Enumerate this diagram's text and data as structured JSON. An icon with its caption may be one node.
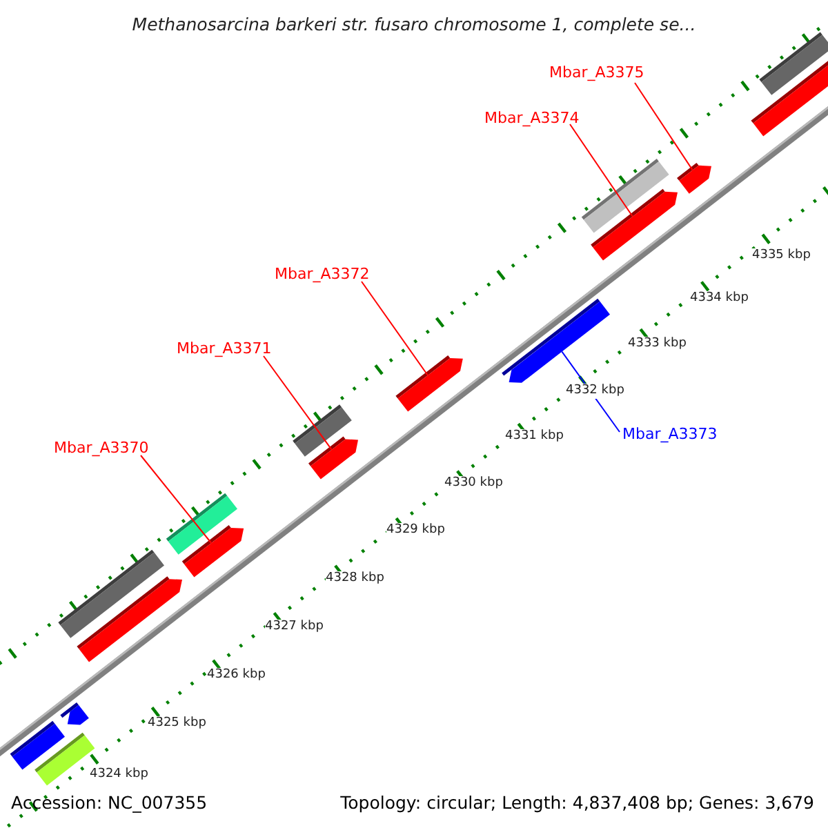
{
  "diagram": {
    "title": "Methanosarcina barkeri str. fusaro chromosome 1, complete se...",
    "nodes": [
      {
        "text": [
          "Mbar_A3375"
        ]
      },
      {
        "text": [
          "Mbar_A3374"
        ]
      },
      {
        "text": [
          "Mbar_A3372"
        ]
      },
      {
        "text": [
          "Mbar_A3371"
        ]
      },
      {
        "text": [
          "Mbar_A3373"
        ]
      },
      {
        "text": [
          "Mbar_A3370"
        ]
      },
      {
        "text": [],
        "shape": "bar"
      },
      {
        "text": [],
        "shape": "bar"
      },
      {
        "text": [],
        "shape": "bar"
      },
      {
        "text": [],
        "shape": "bar"
      },
      {
        "text": [],
        "shape": "bar"
      },
      {
        "text": [],
        "shape": "bar"
      },
      {
        "text": [],
        "shape": "bar"
      },
      {
        "text": [],
        "shape": "bar"
      },
      {
        "text": [],
        "shape": "bar"
      },
      {
        "text": [],
        "shape": "bar"
      },
      {
        "text": [],
        "shape": "bar"
      },
      {
        "text": [],
        "shape": "bar"
      },
      {
        "text": [],
        "shape": "bar"
      },
      {
        "text": [],
        "shape": "bar"
      },
      {
        "text": [],
        "shape": "bar"
      },
      {
        "text": [],
        "shape": "bar"
      }
    ],
    "edges": [
      {
        "from": 0,
        "to": 13,
        "arrow": "none"
      },
      {
        "from": 1,
        "to": 12,
        "arrow": "none"
      },
      {
        "from": 2,
        "to": 15,
        "arrow": "none"
      },
      {
        "from": 3,
        "to": 17,
        "arrow": "none"
      },
      {
        "from": 4,
        "to": 14,
        "arrow": "none",
        "color": "#0000ff"
      },
      {
        "from": 5,
        "to": 19,
        "arrow": "none"
      }
    ],
    "labels": [
      "4335 kbp",
      "4334 kbp",
      "4333 kbp",
      "4332 kbp",
      "4331 kbp",
      "4330 kbp",
      "4329 kbp",
      "4328 kbp",
      "4327 kbp",
      "4326 kbp",
      "4325 kbp",
      "4324 kbp",
      "Accession: NC_007355",
      "Topology: circular; Length: 4,837,408 bp; Genes: 3,679"
    ]
  }
}
